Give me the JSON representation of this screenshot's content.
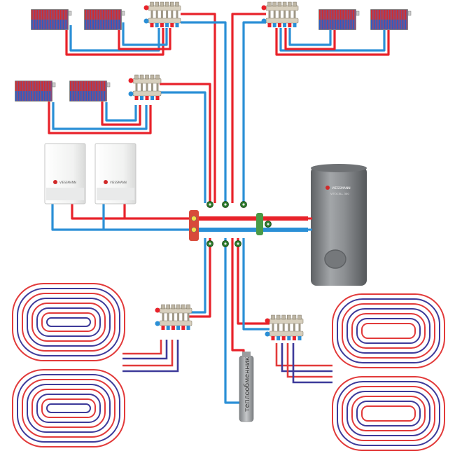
{
  "colors": {
    "supply": "#e8222a",
    "return": "#2a8fd6",
    "loop_supply": "#e23a3a",
    "loop_return": "#3d3a9a",
    "boiler_body": "#f2f3f2",
    "tank_body": "#8a8d90",
    "separator": "#a9abad",
    "manifold": "#c9c2b2"
  },
  "icons": {
    "radiator": "radiator-icon",
    "manifold": "manifold-icon",
    "boiler": "wall-boiler-icon",
    "tank": "water-tank-icon",
    "pump": "circulation-pump-icon",
    "separator": "hydraulic-separator-icon"
  },
  "labels": {
    "boiler_brand": "VIESSMANN",
    "tank_brand": "VIESSMANN",
    "tank_model": "VITOCELL 300",
    "separator_label": "теплообменник"
  }
}
